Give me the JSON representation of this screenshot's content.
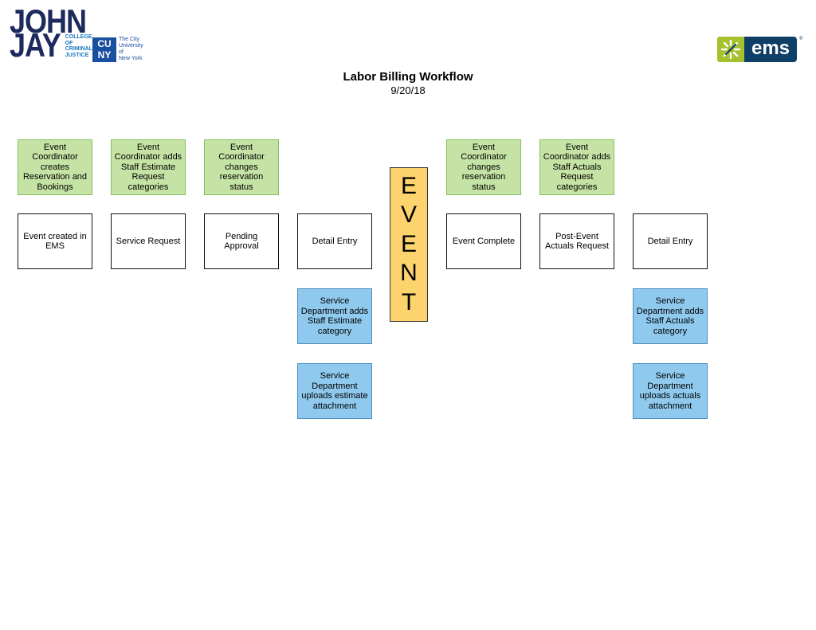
{
  "logos": {
    "john_jay": {
      "line1": "JOHN",
      "line2": "JAY",
      "college": [
        "COLLEGE",
        "OF",
        "CRIMINAL",
        "JUSTICE"
      ]
    },
    "cuny": {
      "mark": [
        "CU",
        "NY"
      ],
      "text": [
        "The City",
        "University",
        "of",
        "New York"
      ]
    },
    "ems": {
      "text": "ems",
      "reg": "®",
      "icon": "sparkle-icon"
    }
  },
  "header": {
    "title": "Labor Billing Workflow",
    "date": "9/20/18"
  },
  "colors": {
    "green": "#c5e3a4",
    "blue": "#8fcaee",
    "event": "#fdd36e"
  },
  "workflow": {
    "coordinator_row": [
      "Event Coordinator creates Reservation and Bookings",
      "Event Coordinator adds Staff Estimate Request categories",
      "Event Coordinator changes reservation status",
      "Event Coordinator changes reservation status",
      "Event Coordinator adds Staff Actuals Request categories"
    ],
    "status_row": [
      "Event created in EMS",
      "Service Request",
      "Pending Approval",
      "Detail Entry",
      "Event Complete",
      "Post-Event Actuals Request",
      "Detail Entry"
    ],
    "department_row": [
      "Service Department adds Staff Estimate category",
      "Service Department uploads estimate attachment",
      "Service Department adds Staff Actuals category",
      "Service Department uploads actuals attachment"
    ],
    "event_letters": [
      "E",
      "V",
      "E",
      "N",
      "T"
    ]
  }
}
